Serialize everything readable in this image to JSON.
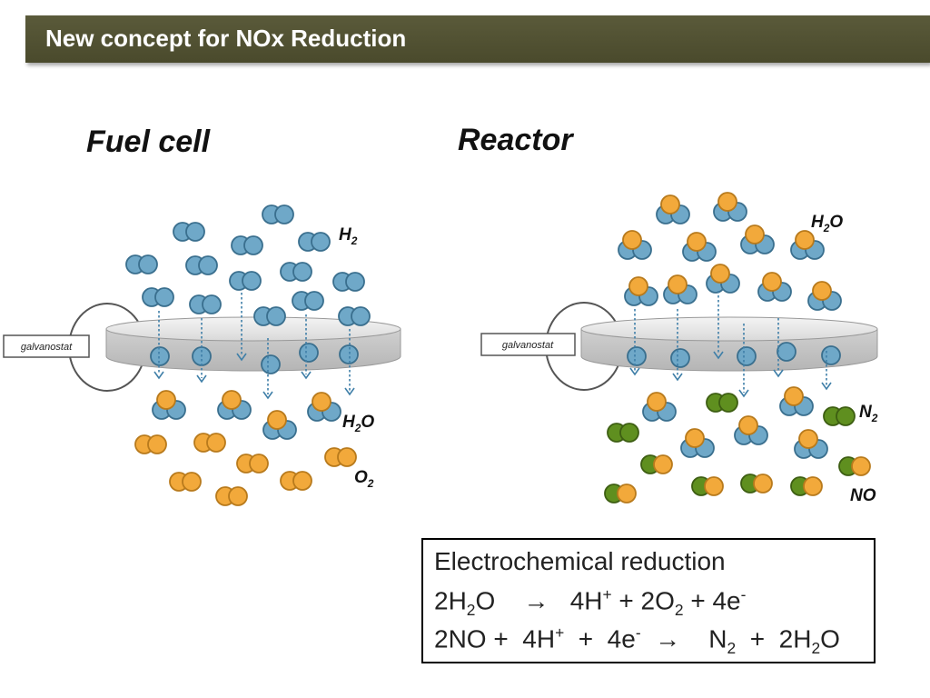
{
  "header": {
    "title": "New concept for NOx Reduction"
  },
  "fuel_cell": {
    "title": "Fuel cell",
    "galvanostat": "galvanostat",
    "labels": {
      "h2": "H",
      "h2_sub": "2",
      "h2o_h": "H",
      "h2o_sub": "2",
      "h2o_o": "O",
      "o2": "O",
      "o2_sub": "2"
    }
  },
  "reactor": {
    "title": "Reactor",
    "galvanostat": "galvanostat",
    "labels": {
      "h2o_h": "H",
      "h2o_sub": "2",
      "h2o_o": "O",
      "n2": "N",
      "n2_sub": "2",
      "no": "NO"
    }
  },
  "equation_box": {
    "line1": "Electrochemical reduction",
    "line2": {
      "a": "2H",
      "a_sub": "2",
      "b": "O    →   4H",
      "b_sup": "+",
      "c": " + 2O",
      "c_sub": "2",
      "d": " + 4e",
      "d_sup": "-"
    },
    "line3": {
      "a": "2NO +  4H",
      "a_sup": "+",
      "b": "  +  4e",
      "b_sup": "-",
      "c": "  →    N",
      "c_sub": "2",
      "d": "  +  2H",
      "d_sub": "2",
      "e": "O"
    }
  },
  "colors": {
    "title_bar": "#55553a",
    "hydrogen_blue": "#6fa8c8",
    "oxygen_orange": "#f2a93b",
    "nitrogen_green": "#5f8f1f",
    "arrow_blue": "#3f7fa8"
  }
}
